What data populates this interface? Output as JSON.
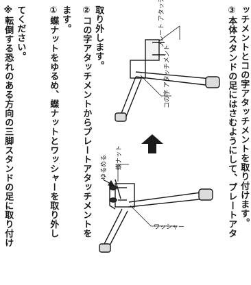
{
  "intro": {
    "line1": "※転倒する恐れのある方向の三脚スタンドの足に取り付け",
    "line2": "てください。"
  },
  "step1": {
    "line1": "①蝶ナットをゆるめ、蝶ナットとワッシャーを取り外し",
    "line2": "ます。"
  },
  "step2": {
    "line1": "②コの字アタッチメントからプレートアタッチメントを",
    "line2": "取り外します。"
  },
  "step3": {
    "line1": "③本体スタンドの足にはさむようにして、プレートアタ",
    "line2": "ッチメントとコの字アタッチメントを取り付けます。"
  },
  "labels": {
    "yurumeru": "ゆるめる",
    "chonatto": "蝶ナット",
    "washer": "ワッシャー",
    "plate": "プレート アタッチメント",
    "konoji": "コの字 アタッチメント"
  }
}
